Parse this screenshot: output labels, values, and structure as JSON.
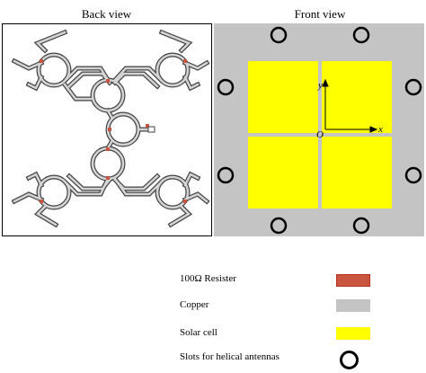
{
  "titles": {
    "back": "Back view",
    "front": "Front view"
  },
  "front": {
    "axis_y": "y",
    "axis_x": "x",
    "origin": "O"
  },
  "legend": {
    "resistor": "100Ω Resister",
    "copper": "Copper",
    "solar": "Solar cell",
    "slots": "Slots for helical antennas"
  },
  "colors": {
    "copper": "#c4c4c4",
    "solar_cell": "#ffff00",
    "resistor": "#c9553f",
    "slot_ring": "#000000",
    "trace_fill": "#d3d3d3",
    "trace_outline": "#404040"
  }
}
